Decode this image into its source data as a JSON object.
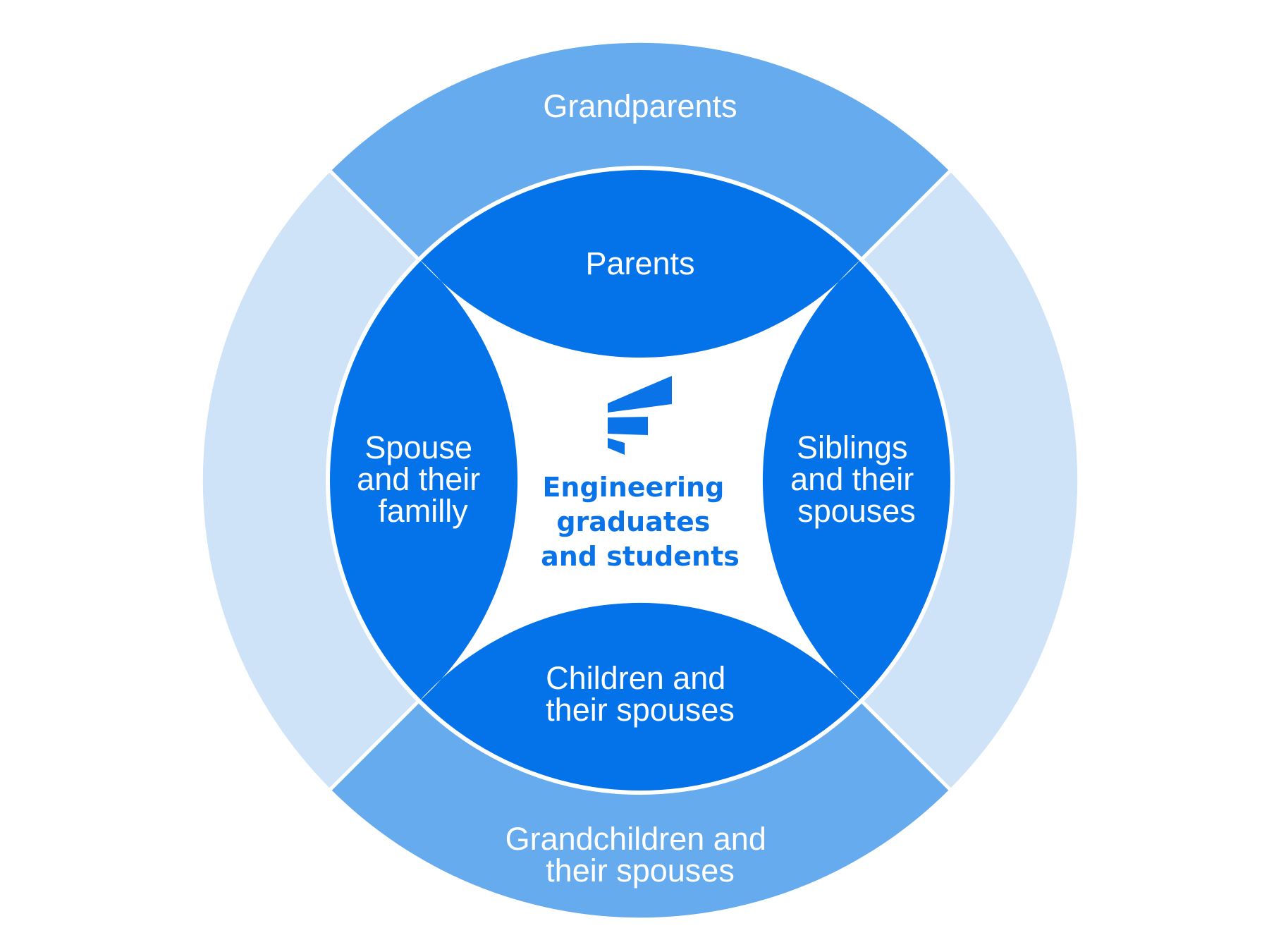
{
  "diagram": {
    "center": {
      "logo_icon": "flag-logo-icon",
      "lines": [
        "Engineering",
        "graduates",
        "and students"
      ]
    },
    "inner_ring": {
      "top": [
        "Parents"
      ],
      "left": [
        "Spouse",
        "and their",
        "familly"
      ],
      "right": [
        "Siblings",
        "and their",
        "spouses"
      ],
      "bottom": [
        "Children and",
        "their spouses"
      ]
    },
    "outer_ring": {
      "top": [
        "Grandparents"
      ],
      "bottom": [
        "Grandchildren and",
        "their spouses"
      ]
    }
  },
  "colors": {
    "outer_light": "#CFE3F8",
    "outer_medium": "#66ABEE",
    "inner": "#0473E9",
    "separator": "#FFFFFF",
    "center_text": "#0B73E8"
  }
}
